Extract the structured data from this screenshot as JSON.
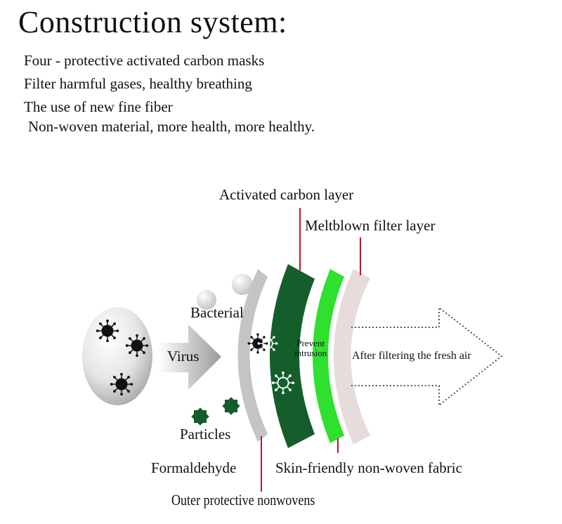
{
  "title": "Construction system:",
  "intro": [
    "Four - protective activated carbon masks",
    "Filter harmful gases, healthy breathing",
    "The use of new fine fiber",
    "Non-woven material, more health, more healthy."
  ],
  "labels": {
    "activated_carbon": "Activated carbon layer",
    "meltblown": "Meltblown filter layer",
    "bacterial": "Bacterial",
    "virus": "Virus",
    "particles": "Particles",
    "formaldehyde": "Formaldehyde",
    "skin_friendly": "Skin-friendly non-woven fabric",
    "outer": "Outer protective nonwovens",
    "prevent_line1": "Prevent",
    "prevent_line2": "intrusion",
    "fresh_air": "After filtering the fresh air"
  },
  "colors": {
    "outer_layer": "#c4c4c4",
    "activated_carbon_layer": "#135e2a",
    "meltblown_layer": "#2fe02f",
    "skin_layer": "#e6dcdc",
    "pointer_line": "#c0142a",
    "virus": "#111111",
    "particle": "#145c2c"
  }
}
